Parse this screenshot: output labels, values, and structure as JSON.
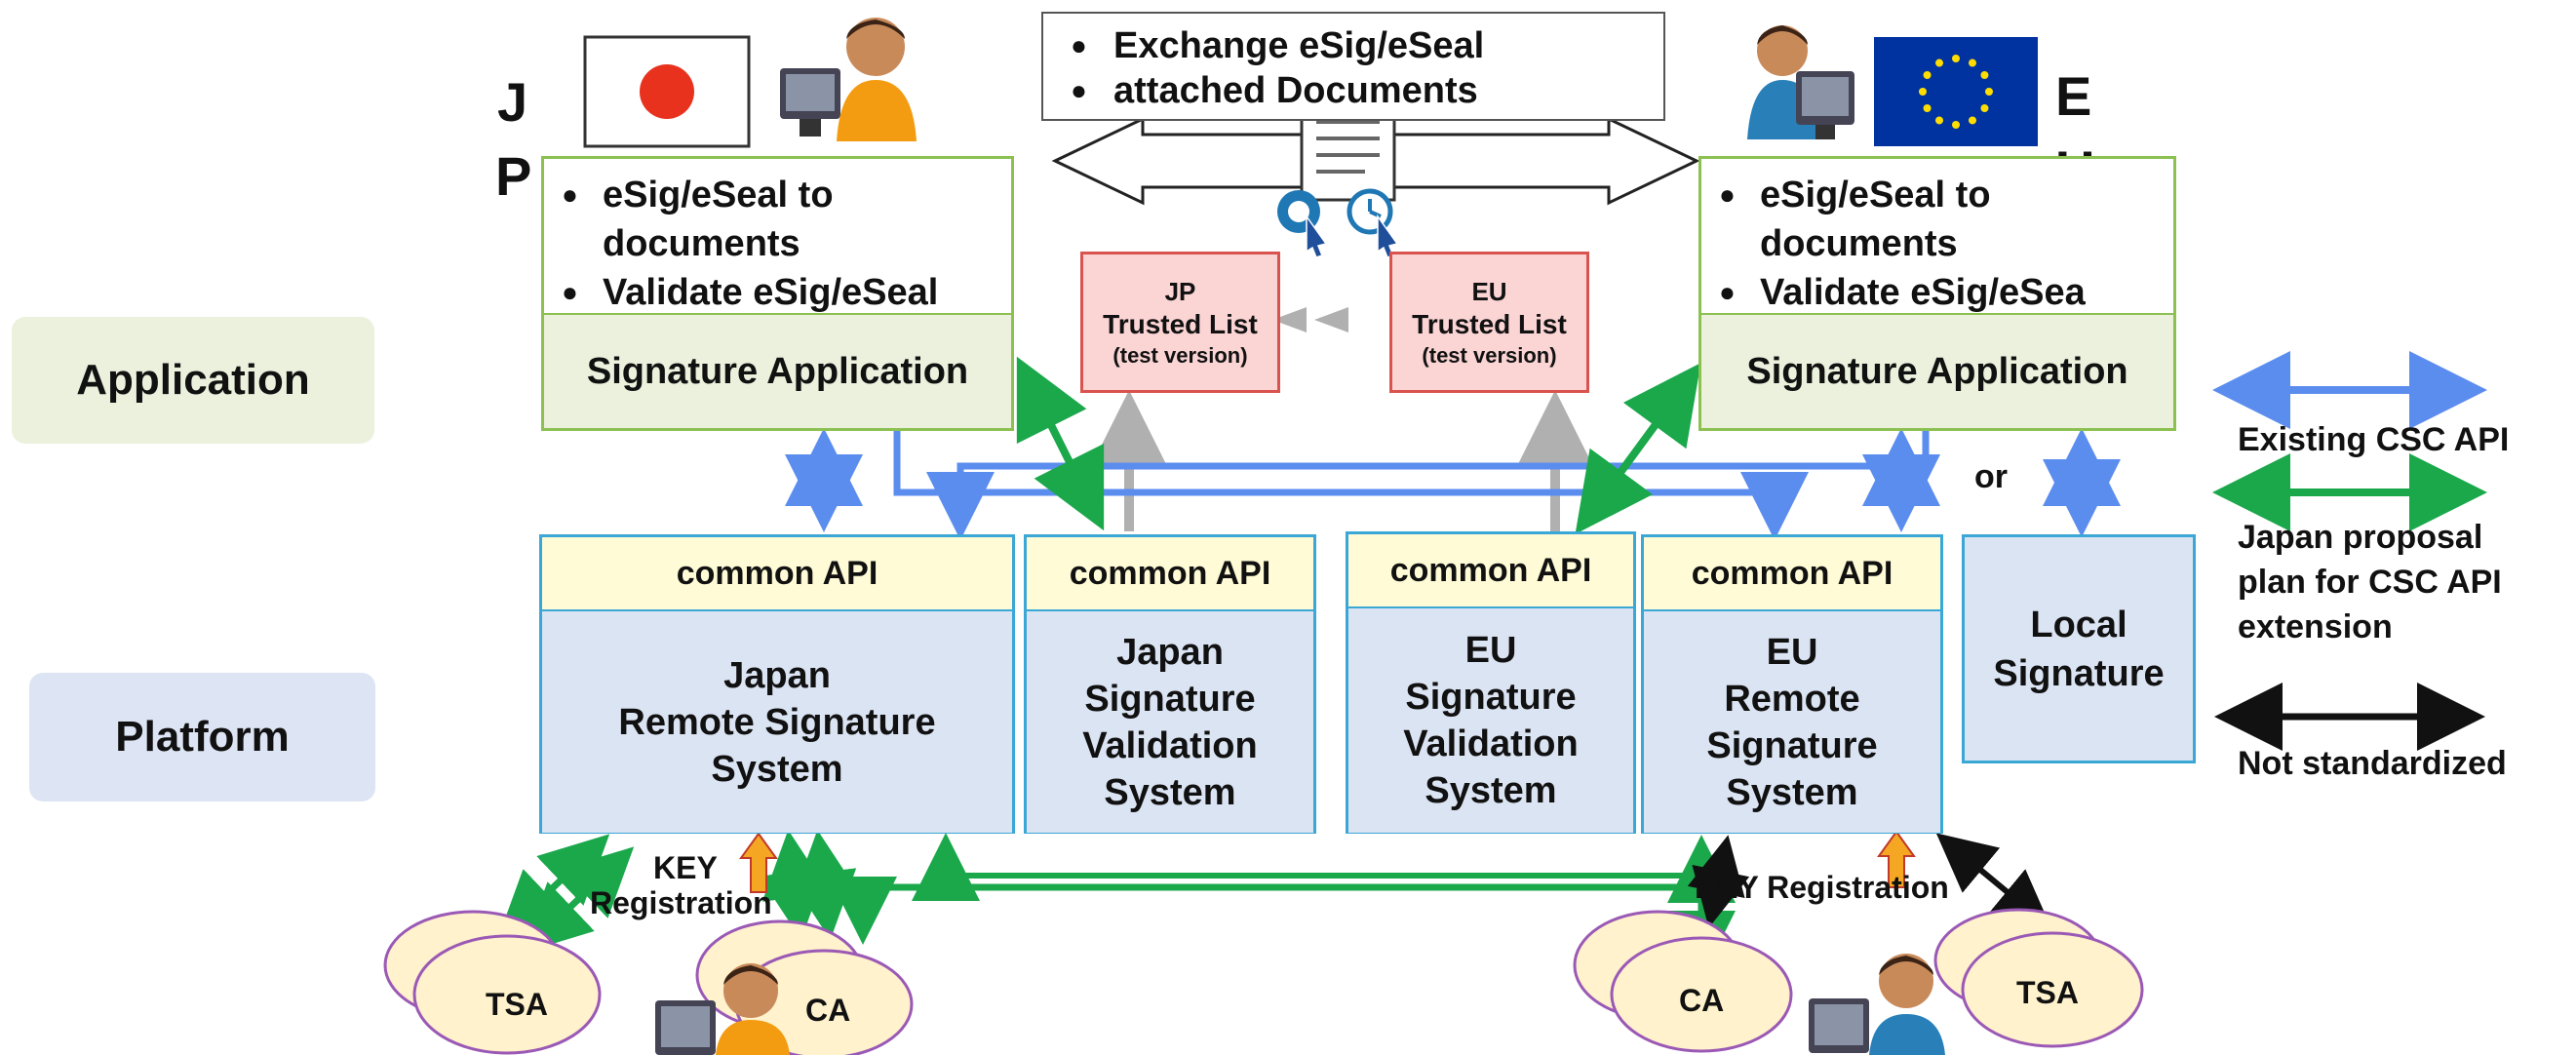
{
  "layers": {
    "application": "Application",
    "platform": "Platform"
  },
  "flags": {
    "jp_label_1": "J",
    "jp_label_2": "P",
    "eu_label_1": "E",
    "eu_label_2": "U"
  },
  "exchange": {
    "line1": "Exchange eSig/eSeal",
    "line2": "attached Documents"
  },
  "jp_app": {
    "bullets": [
      "eSig/eSeal to documents",
      "Validate eSig/eSeal"
    ],
    "bullet1_line1": "eSig/eSeal to",
    "bullet1_line2": "documents",
    "bullet2": "Validate eSig/eSeal",
    "title": "Signature Application"
  },
  "eu_app": {
    "bullet1_line1": "eSig/eSeal to",
    "bullet1_line2": "documents",
    "bullet2": "Validate eSig/eSea",
    "title": "Signature Application"
  },
  "trusted_lists": {
    "jp": {
      "line1": "JP",
      "line2": "Trusted List",
      "line3": "(test version)"
    },
    "eu": {
      "line1": "EU",
      "line2": "Trusted List",
      "line3": "(test version)"
    }
  },
  "platforms": {
    "api_label": "common API",
    "jp_remote": [
      "Japan",
      "Remote Signature",
      "System"
    ],
    "jp_valid": [
      "Japan",
      "Signature",
      "Validation",
      "System"
    ],
    "eu_valid": [
      "EU",
      "Signature",
      "Validation",
      "System"
    ],
    "eu_remote": [
      "EU",
      "Remote",
      "Signature",
      "System"
    ],
    "local": [
      "Local",
      "Signature"
    ]
  },
  "labels": {
    "or": "or",
    "key_reg_jp_1": "KEY",
    "key_reg_jp_2": "Registration",
    "key_reg_eu": "KEY Registration"
  },
  "authorities": {
    "jp_tsa": "TSA",
    "jp_ca": "CA",
    "eu_ca": "CA",
    "eu_tsa": "TSA"
  },
  "legend": {
    "existing": "Existing CSC API",
    "japan_1": "Japan proposal",
    "japan_2": "plan for CSC API",
    "japan_3": "extension",
    "not_std": "Not standardized"
  },
  "colors": {
    "blue_arrow": "#5b8def",
    "green_arrow": "#1aa84b",
    "black_arrow": "#111111",
    "gray_arrow": "#b0b0b0",
    "app_border": "#8cc152",
    "app_bg": "#ebf1dd",
    "platform_border": "#3ba7d6",
    "platform_bg": "#dbe4f3",
    "api_bg": "#fffbd6",
    "tl_bg": "#fbd4d4",
    "tl_border": "#d9534f",
    "ellipse_bg": "#fff2cc",
    "ellipse_border": "#9b59b6",
    "jp_flag_dot": "#e8321e",
    "eu_flag": "#0033a0",
    "eu_star": "#ffdd00"
  },
  "icons": [
    "japan-flag-icon",
    "eu-flag-icon",
    "user-computer-icon",
    "document-icon",
    "signature-seal-icon",
    "clock-icon",
    "key-arrow-icon"
  ]
}
